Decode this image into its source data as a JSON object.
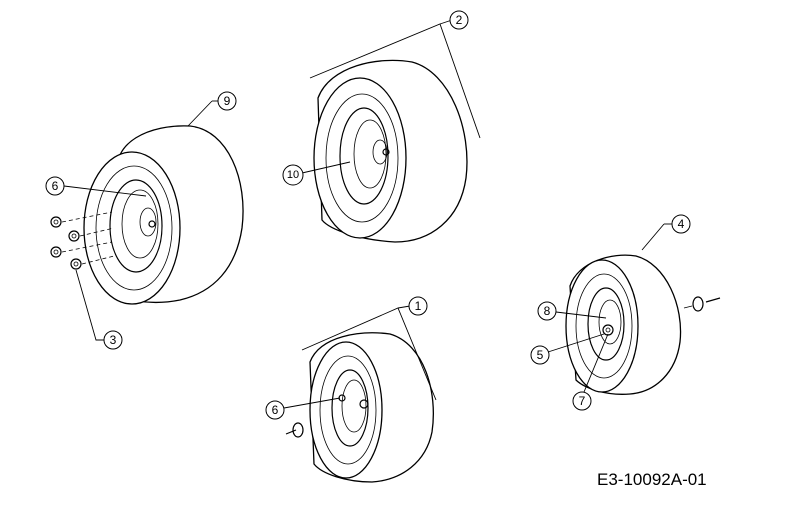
{
  "callouts": {
    "c1": "1",
    "c2": "2",
    "c3": "3",
    "c4": "4",
    "c5": "5",
    "c6a": "6",
    "c6b": "6",
    "c7": "7",
    "c8": "8",
    "c9": "9",
    "c10": "10"
  },
  "drawing_code": "E3-10092A-01"
}
